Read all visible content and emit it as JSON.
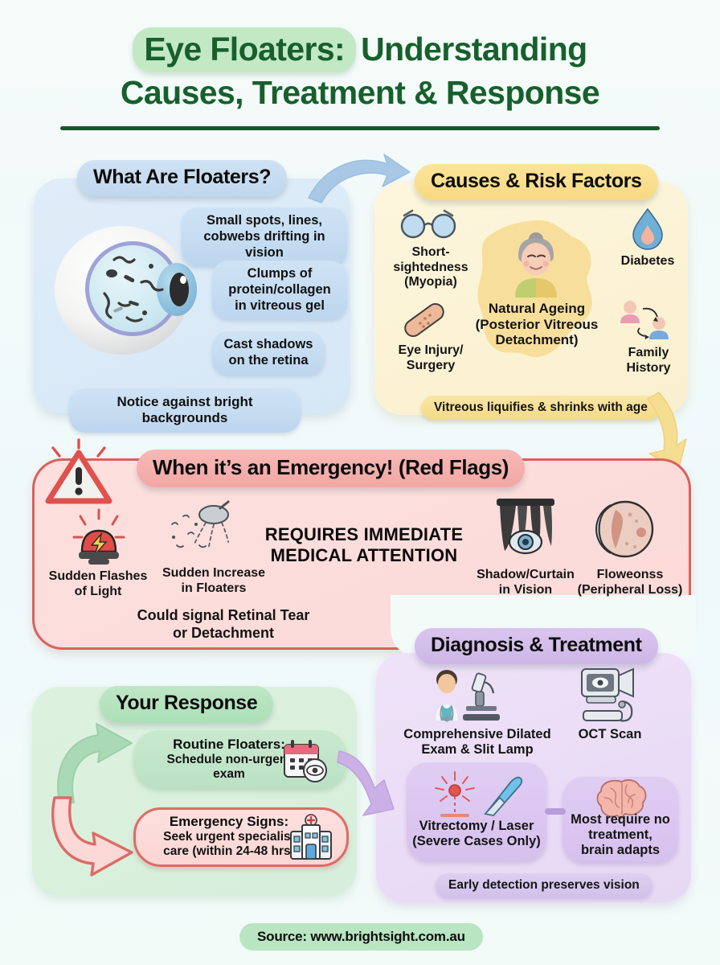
{
  "title": {
    "highlight": "Eye Floaters:",
    "line1_rest": "Understanding",
    "line2": "Causes, Treatment & Response"
  },
  "panel_floaters": {
    "header": "What Are Floaters?",
    "bullets": [
      "Small spots, lines,\ncobwebs drifting in vision",
      "Clumps of\nprotein/collagen\nin vitreous gel",
      "Cast shadows\non the retina"
    ],
    "footnote": "Notice against bright backgrounds"
  },
  "panel_causes": {
    "header": "Causes & Risk Factors",
    "items": [
      {
        "icon": "glasses-icon",
        "label": "Short-\nsightedness\n(Myopia)"
      },
      {
        "icon": "bandage-icon",
        "label": "Eye Injury/\nSurgery"
      },
      {
        "icon": "elderly-person-icon",
        "label": "Natural Ageing\n(Posterior Vitreous\nDetachment)"
      },
      {
        "icon": "water-drop-icon",
        "label": "Diabetes"
      },
      {
        "icon": "family-icon",
        "label": "Family\nHistory"
      }
    ],
    "footnote": "Vitreous liquifies & shrinks with age"
  },
  "panel_emergency": {
    "header": "When it’s an Emergency! (Red Flags)",
    "callout": "REQUIRES IMMEDIATE\nMEDICAL ATTENTION",
    "items": [
      {
        "icon": "siren-icon",
        "label": "Sudden Flashes\nof Light"
      },
      {
        "icon": "shower-floaters-icon",
        "label": "Sudden Increase\nin Floaters"
      },
      {
        "icon": "curtain-eye-icon",
        "label": "Shadow/Curtain\nin Vision"
      },
      {
        "icon": "retina-eye-icon",
        "label": "Floweonss\n(Peripheral Loss)"
      }
    ],
    "footnote": "Could signal Retinal Tear\nor Detachment"
  },
  "panel_diagnosis": {
    "header": "Diagnosis & Treatment",
    "items": [
      {
        "icon": "doctor-microscope-icon",
        "label": "Comprehensive Dilated\nExam & Slit Lamp"
      },
      {
        "icon": "oct-scanner-icon",
        "label": "OCT Scan"
      }
    ],
    "boxes": [
      {
        "icon": "laser-scalpel-icon",
        "label": "Vitrectomy / Laser\n(Severe Cases Only)"
      },
      {
        "icon": "brain-icon",
        "label": "Most require no\ntreatment,\nbrain adapts"
      }
    ],
    "footnote": "Early detection preserves vision"
  },
  "panel_response": {
    "header": "Your Response",
    "routine": {
      "title": "Routine Floaters:",
      "text": "Schedule non-urgent\nexam",
      "icon": "calendar-eye-icon"
    },
    "emergency": {
      "title": "Emergency Signs:",
      "text": "Seek urgent specialist\ncare (within 24-48 hrs)",
      "icon": "hospital-icon"
    }
  },
  "footer": {
    "source": "Source: www.brightsight.com.au"
  },
  "colors": {
    "background": "#f3fbf9",
    "title_green": "#17602c",
    "title_highlight": "#c3e8c4",
    "blue_panel": "#dbeaf7",
    "yellow_panel": "#faf2d5",
    "red_panel": "#fcdcda",
    "red_border": "#d9615c",
    "purple_panel": "#ece0f5",
    "green_panel": "#ddf2de"
  }
}
